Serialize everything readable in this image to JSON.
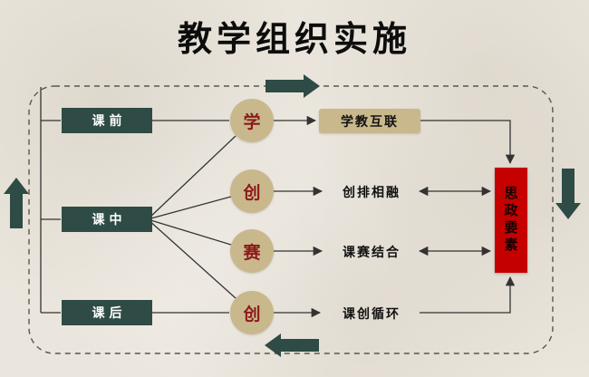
{
  "title": "教学组织实施",
  "stages": [
    {
      "id": "pre-class",
      "label": "课前"
    },
    {
      "id": "in-class",
      "label": "课中"
    },
    {
      "id": "post-class",
      "label": "课后"
    }
  ],
  "circles": [
    {
      "id": "learn",
      "label": "学"
    },
    {
      "id": "create",
      "label": "创"
    },
    {
      "id": "compete",
      "label": "赛"
    },
    {
      "id": "create2",
      "label": "创"
    }
  ],
  "outcomes": [
    {
      "id": "learn-teach-link",
      "label": "学教互联"
    },
    {
      "id": "create-arrange-merge",
      "label": "创排相融"
    },
    {
      "id": "course-compete-join",
      "label": "课赛结合"
    },
    {
      "id": "course-create-cycle",
      "label": "课创循环"
    }
  ],
  "side_box": {
    "label": "思政要素"
  },
  "colors": {
    "background": "#ebe6dd",
    "stage_box": "#2e4b45",
    "circle_fill": "#c9b88c",
    "circle_text": "#8b1a1a",
    "side_box_fill": "#c40000",
    "flow_arrow": "#2e4b45",
    "line": "#333333"
  }
}
